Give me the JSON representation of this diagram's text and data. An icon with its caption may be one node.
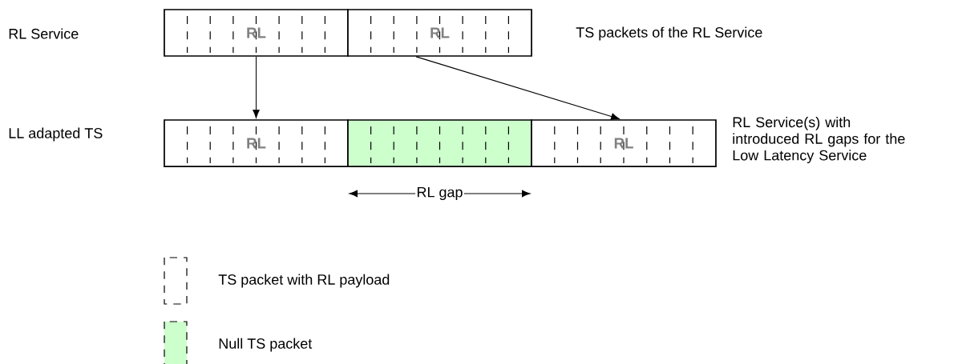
{
  "diagram": {
    "nodes": [
      {
        "text": [
          "RL"
        ]
      },
      {
        "text": [
          "RL"
        ]
      },
      {
        "text": [
          "RL"
        ]
      },
      {
        "text": [],
        "shape": "box"
      },
      {
        "text": [
          "RL"
        ]
      }
    ],
    "edges": [
      {
        "from": 0,
        "to": 2,
        "arrow": "to"
      },
      {
        "from": 1,
        "to": 4,
        "arrow": "to"
      }
    ],
    "labels": [
      "RL Service",
      "TS packets of the RL Service",
      "LL adapted TS",
      "RL Service(s) with introduced RL gaps for the Low Latency Service",
      "RL gap"
    ],
    "legend": [
      {
        "text": "TS packet with RL payload"
      },
      {
        "text": "Null TS packet",
        "color": "#ccffcc"
      }
    ]
  }
}
